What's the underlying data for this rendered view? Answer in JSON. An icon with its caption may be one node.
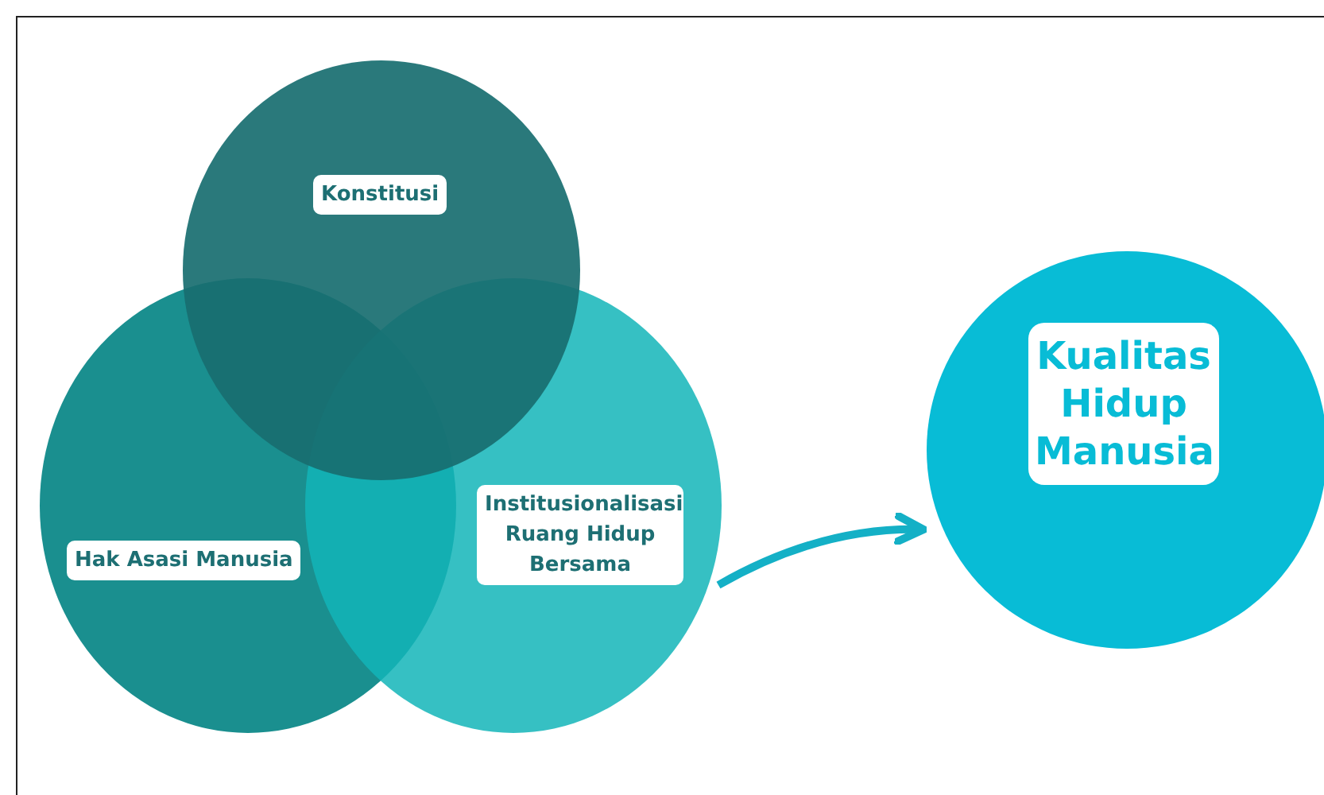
{
  "diagram": {
    "nodes": [
      {
        "text": [
          "Konstitusi"
        ]
      },
      {
        "text": [
          "Hak Asasi Manusia"
        ]
      },
      {
        "text": [
          "Institusionalisasi Ruang Hidup Bersama"
        ]
      },
      {
        "text": [
          "Kualitas Hidup Manusia"
        ]
      }
    ],
    "edges": [
      {
        "from": 2,
        "to": 3,
        "arrow": "to"
      }
    ]
  }
}
